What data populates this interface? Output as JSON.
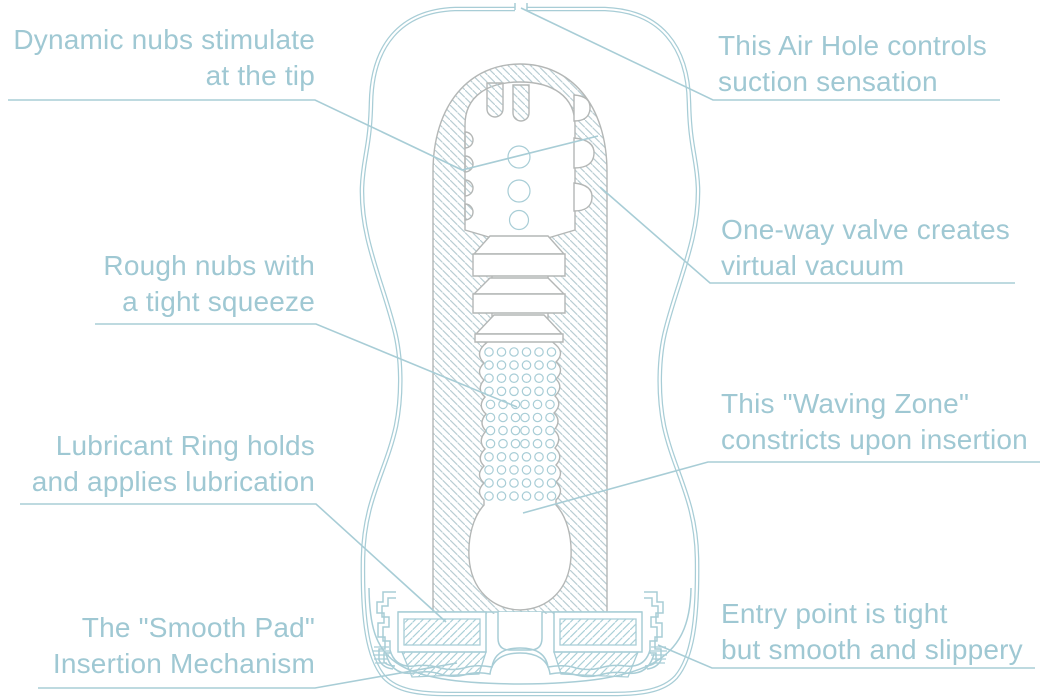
{
  "figure": {
    "name": "product-cutaway-diagram",
    "description": "Cross-section cutaway diagram of a cup-shaped device with annotated internal features"
  },
  "colors": {
    "annotation_text": "#9fc8d3",
    "outline_teal": "#a8cdd6",
    "outline_gray": "#b4b7b6",
    "hatch_sleeve": "#b9cdd3",
    "hatch_case": "#abd0d8",
    "background": "#ffffff"
  },
  "annotations": {
    "dynamic_nubs": {
      "lines": [
        "Dynamic nubs stimulate",
        "at the tip"
      ]
    },
    "air_hole": {
      "lines": [
        "This Air Hole controls",
        "suction sensation"
      ]
    },
    "rough_nubs": {
      "lines": [
        "Rough nubs with",
        "a tight squeeze"
      ]
    },
    "one_way_valve": {
      "lines": [
        "One-way valve creates",
        "virtual vacuum"
      ]
    },
    "lubricant_ring": {
      "lines": [
        "Lubricant Ring holds",
        "and applies lubrication"
      ]
    },
    "waving_zone": {
      "lines": [
        "This \"Waving Zone\"",
        "constricts upon insertion"
      ]
    },
    "smooth_pad": {
      "lines": [
        "The \"Smooth Pad\"",
        "Insertion Mechanism"
      ]
    },
    "entry_point": {
      "lines": [
        "Entry point is tight",
        "but smooth and slippery"
      ]
    }
  }
}
